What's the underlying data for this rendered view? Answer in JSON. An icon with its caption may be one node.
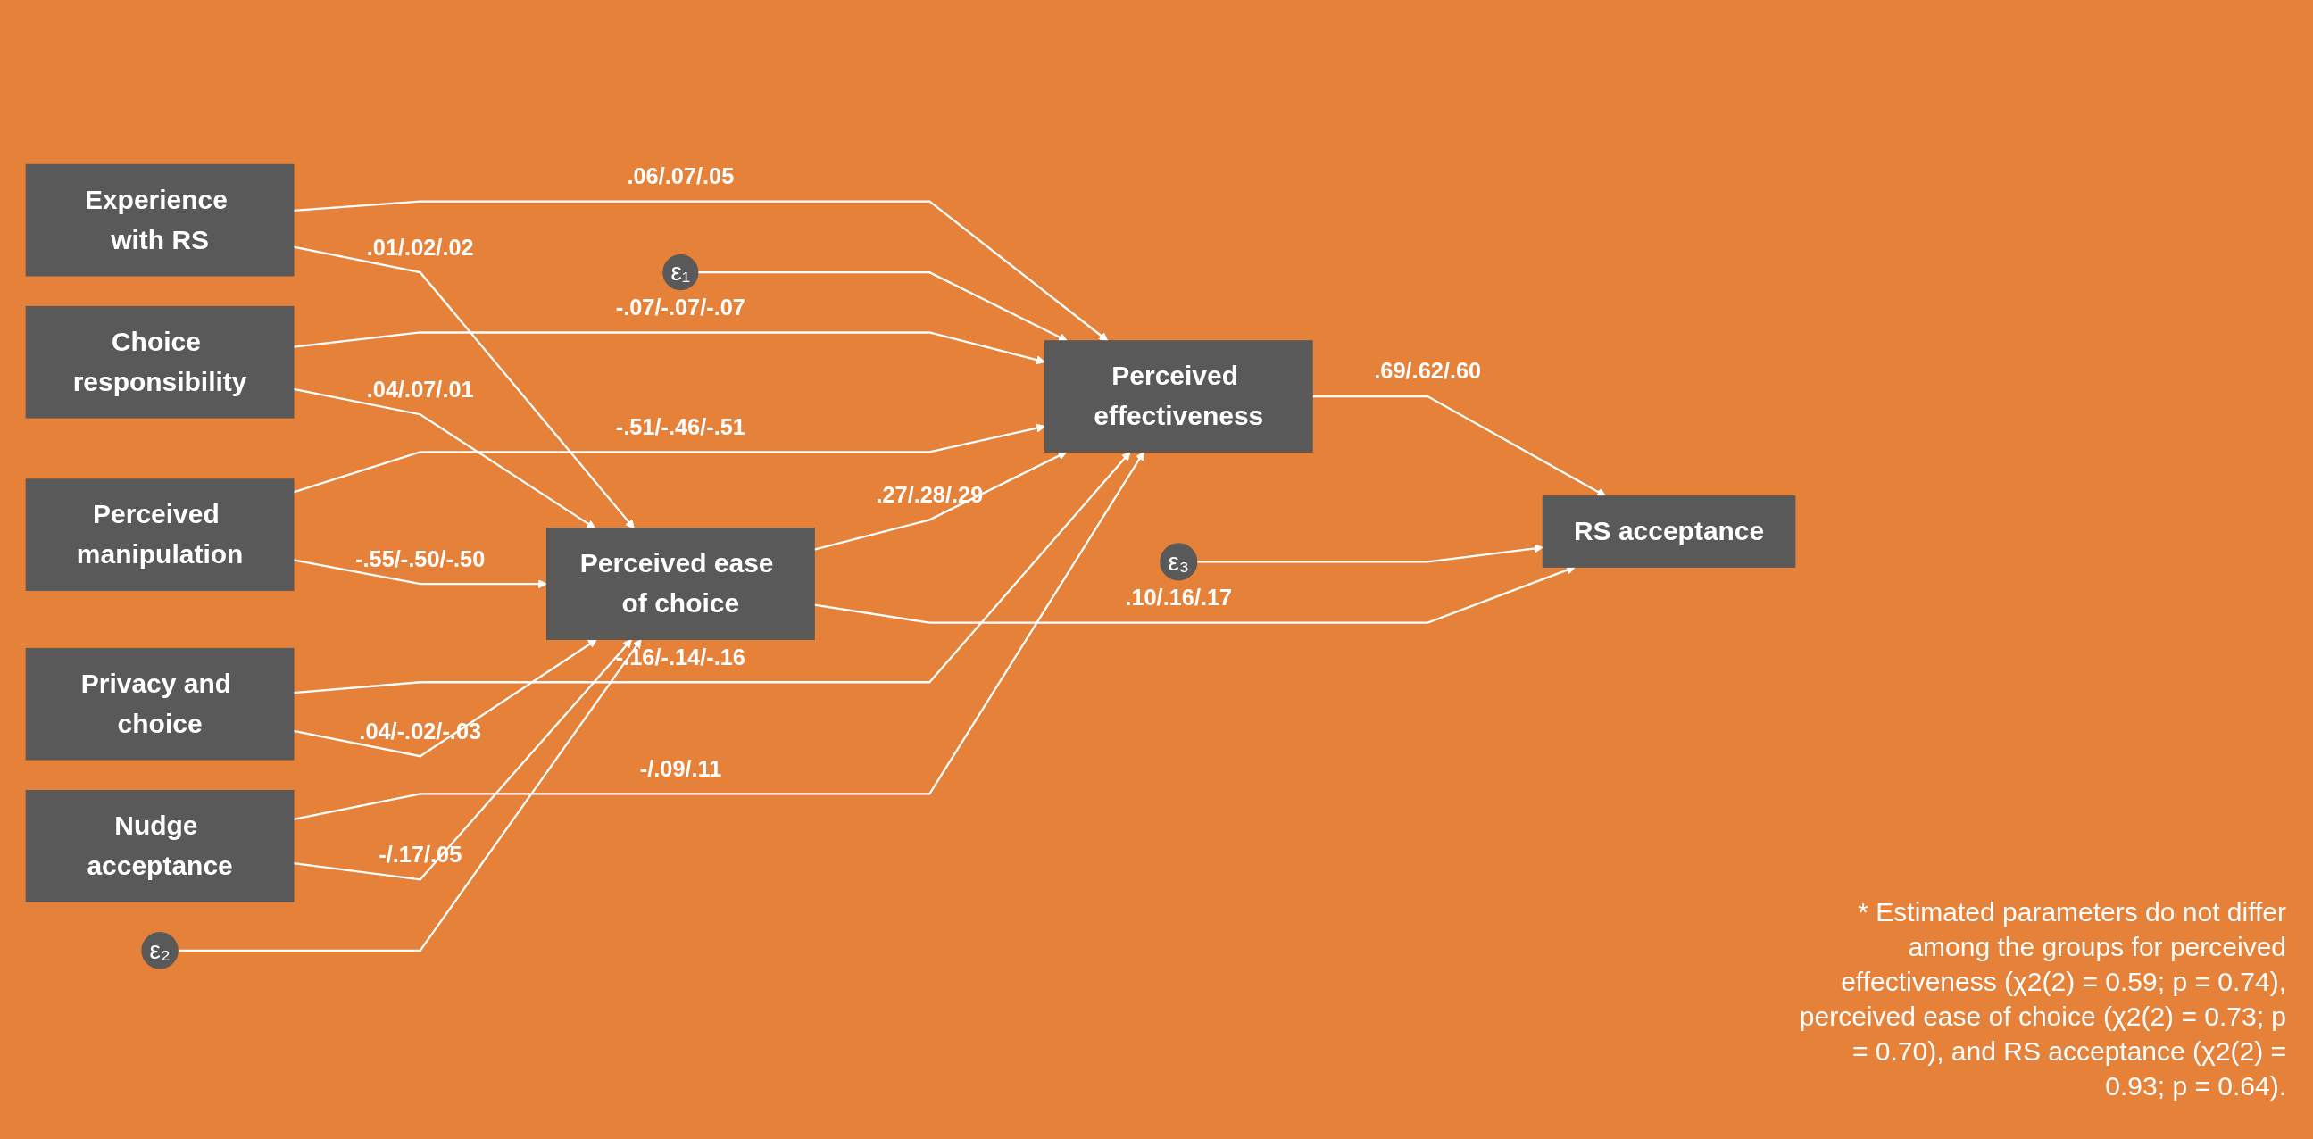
{
  "diagram": {
    "caption": "* Estimated parameters do not differ among the groups for perceived effectiveness (χ2(2) = 0.59; p = 0.74), perceived ease of choice (χ2(2) = 0.73; p = 0.70), and RS acceptance (χ2(2) = 0.93; p = 0.64).",
    "nodes": [
      {
        "text": [
          "Experience with RS"
        ]
      },
      {
        "text": [
          "Choice responsibility"
        ]
      },
      {
        "text": [
          "Perceived manipulation"
        ]
      },
      {
        "text": [
          "Privacy and choice"
        ]
      },
      {
        "text": [
          "Nudge acceptance"
        ]
      },
      {
        "text": [
          "Perceived effectiveness"
        ]
      },
      {
        "text": [
          "Perceived ease of choice"
        ]
      },
      {
        "text": [
          "RS acceptance"
        ]
      },
      {
        "text": [
          "ε₁"
        ]
      },
      {
        "text": [
          "ε₂"
        ]
      },
      {
        "text": [
          "ε₃"
        ]
      }
    ],
    "edges": [
      {
        "from": 0,
        "to": 5,
        "arrow": "to",
        "label": ".06/.07/.05"
      },
      {
        "from": 0,
        "to": 6,
        "arrow": "to",
        "label": ".01/.02/.02"
      },
      {
        "from": 1,
        "to": 5,
        "arrow": "to",
        "label": "-.07/-.07/-.07"
      },
      {
        "from": 1,
        "to": 6,
        "arrow": "to",
        "label": ".04/.07/.01"
      },
      {
        "from": 2,
        "to": 5,
        "arrow": "to",
        "label": "-.51/-.46/-.51"
      },
      {
        "from": 2,
        "to": 6,
        "arrow": "to",
        "label": "-.55/-.50/-.50"
      },
      {
        "from": 3,
        "to": 5,
        "arrow": "to",
        "label": "-.16/-.14/-.16"
      },
      {
        "from": 3,
        "to": 6,
        "arrow": "to",
        "label": ".04/-.02/-.03"
      },
      {
        "from": 4,
        "to": 5,
        "arrow": "to",
        "label": "-/.09/.11"
      },
      {
        "from": 4,
        "to": 6,
        "arrow": "to",
        "label": "-/.17/.05"
      },
      {
        "from": 6,
        "to": 5,
        "arrow": "to",
        "label": ".27/.28/.29"
      },
      {
        "from": 5,
        "to": 7,
        "arrow": "to",
        "label": ".69/.62/.60"
      },
      {
        "from": 6,
        "to": 7,
        "arrow": "to",
        "label": ".10/.16/.17"
      },
      {
        "from": 8,
        "to": 5,
        "arrow": "to"
      },
      {
        "from": 9,
        "to": 6,
        "arrow": "to"
      },
      {
        "from": 10,
        "to": 7,
        "arrow": "to"
      }
    ]
  }
}
